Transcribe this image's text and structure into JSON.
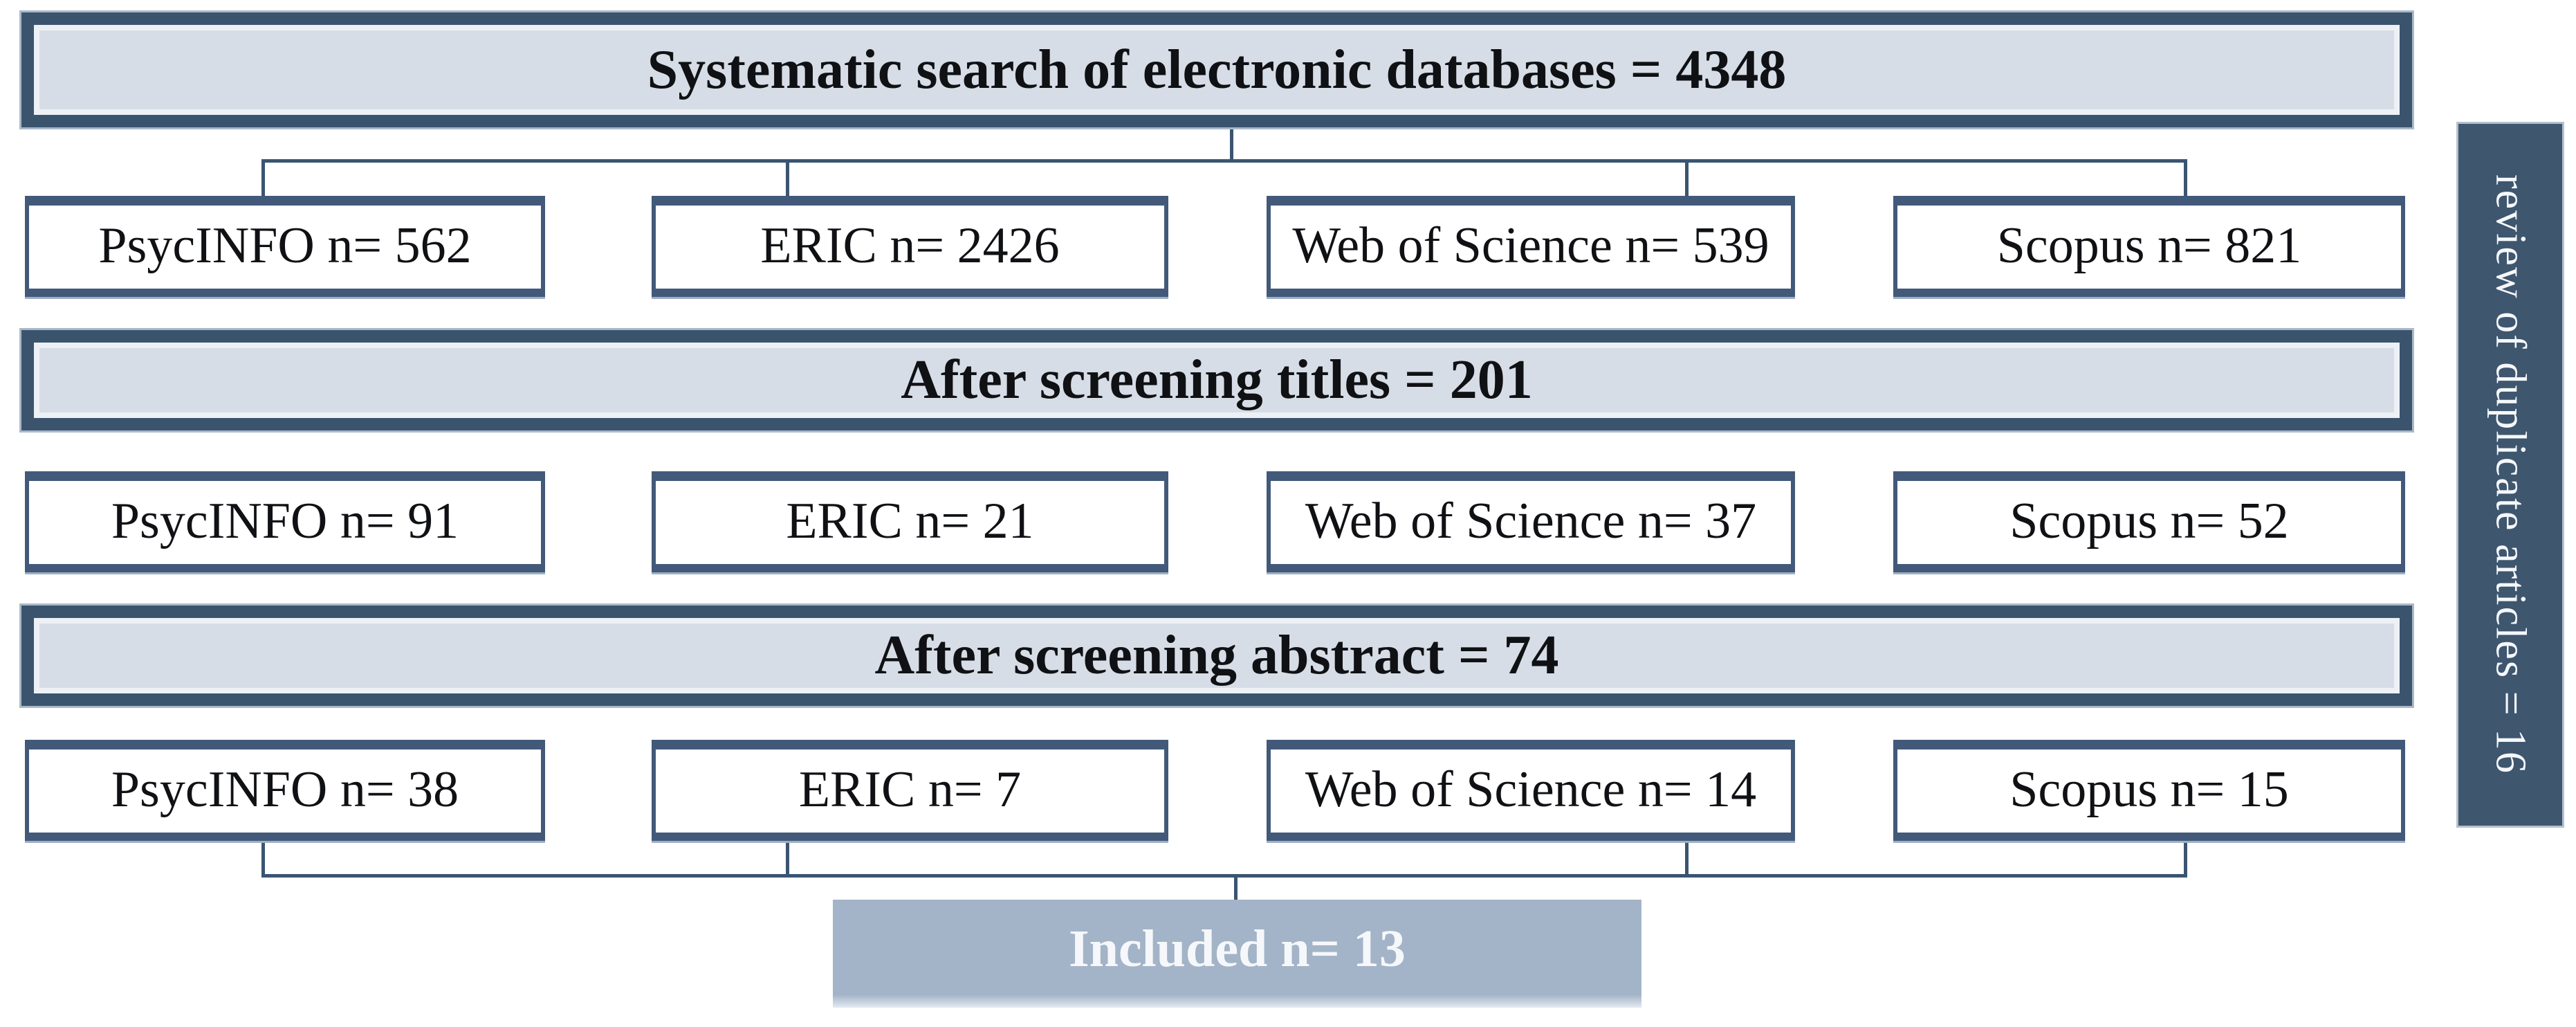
{
  "palette": {
    "border": "#3B546E",
    "banner_fill": "#D7DDE6",
    "box_fill": "#FFFFFF",
    "included_fill": "#A3B4C8",
    "sidebar_fill": "#3E566E",
    "connector": "#3A5571",
    "text_dark": "#101114",
    "text_light": "#F5F7FA"
  },
  "flow": {
    "stages": [
      {
        "label": "Systematic search of electronic databases = 4348",
        "boxes": [
          "PsycINFO n= 562",
          "ERIC n= 2426",
          "Web of Science n= 539",
          "Scopus n= 821"
        ]
      },
      {
        "label": "After screening titles = 201",
        "boxes": [
          "PsycINFO n= 91",
          "ERIC n= 21",
          "Web of Science n= 37",
          "Scopus n= 52"
        ]
      },
      {
        "label": "After screening abstract = 74",
        "boxes": [
          "PsycINFO n= 38",
          "ERIC n= 7",
          "Web of Science n= 14",
          "Scopus n= 15"
        ]
      }
    ],
    "included_label": "Included n= 13",
    "side_note": "review of duplicate articles = 16"
  }
}
